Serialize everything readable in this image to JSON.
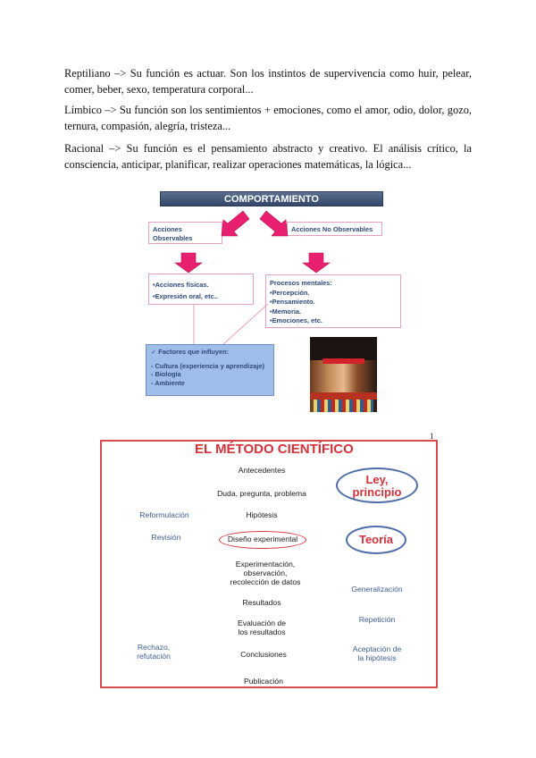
{
  "paragraphs": {
    "reptiliano": "Reptiliano –> Su función es actuar. Son los instintos de supervivencia como huir, pelear, comer, beber, sexo, temperatura corporal...",
    "limbico": "Límbico –> Su función son los sentimientos + emociones, como el amor, odio, dolor, gozo, ternura, compasión, alegría, tristeza...",
    "racional": "Racional –> Su función es el pensamiento abstracto y creativo. El análisis crítico, la consciencia, anticipar, planificar, realizar operaciones matemáticas, la lógica..."
  },
  "behavior_diagram": {
    "title": "COMPORTAMIENTO",
    "observable": [
      "Acciones",
      "Observables"
    ],
    "non_observable": "Acciones No Observables",
    "physical": [
      "•Acciones físicas.",
      "•Expresión oral, etc.."
    ],
    "mental_title": "Procesos mentales:",
    "mental_items": [
      "•Percepción.",
      "•Pensamiento.",
      "•Memoria.",
      "•Emociones, etc."
    ],
    "factors_title": "✓ Factores que influyen:",
    "factors": [
      "- Cultura (experiencia y aprendizaje)",
      "- Biología",
      "- Ambiente"
    ],
    "colors": {
      "bar": "#34476a",
      "arrow": "#e8206f",
      "box_border": "#e4a0bd",
      "factor_box": "#9fbde9"
    }
  },
  "page_number": "1",
  "scientific_method": {
    "title": "EL MÉTODO CIENTÍFICO",
    "antecedentes": "Antecedentes",
    "duda": "Duda, pregunta, problema",
    "hipotesis": "Hipótesis",
    "diseno": "Diseño experimental",
    "experimentacion": [
      "Experimentación,",
      "observación,",
      "recolección de datos"
    ],
    "resultados": "Resultados",
    "evaluacion": [
      "Evaluación de",
      "los resultados"
    ],
    "conclusiones": "Conclusiones",
    "publicacion": "Publicación",
    "reformulacion": "Reformulación",
    "revision": "Revisión",
    "rechazo": [
      "Rechazo,",
      "refutación"
    ],
    "aceptacion": [
      "Aceptación de",
      "la hipótesis"
    ],
    "repeticion": "Repetición",
    "generalizacion": "Generalización",
    "teoria": "Teoría",
    "ley": [
      "Ley,",
      "principio"
    ],
    "colors": {
      "accent": "#d2323a",
      "blue": "#3c5b8c",
      "oval": "#4d6ca6"
    }
  }
}
